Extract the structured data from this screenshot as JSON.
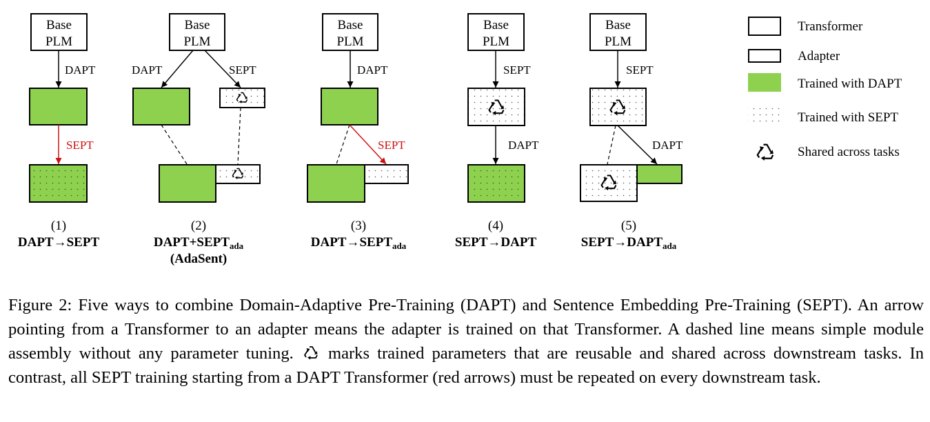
{
  "base_plm": [
    "Base",
    "PLM"
  ],
  "arrow_labels": {
    "dapt": "DAPT",
    "sept": "SEPT"
  },
  "panels": [
    {
      "number": "(1)",
      "title": "DAPT→SEPT",
      "sub": "",
      "line2": ""
    },
    {
      "number": "(2)",
      "title": "DAPT+SEPT",
      "sub": "ada",
      "line2": "(AdaSent)"
    },
    {
      "number": "(3)",
      "title": "DAPT→SEPT",
      "sub": "ada",
      "line2": ""
    },
    {
      "number": "(4)",
      "title": "SEPT→DAPT",
      "sub": "",
      "line2": ""
    },
    {
      "number": "(5)",
      "title": "SEPT→DAPT",
      "sub": "ada",
      "line2": ""
    }
  ],
  "legend": [
    {
      "label": "Transformer",
      "icon": "transformer-box"
    },
    {
      "label": "Adapter",
      "icon": "adapter-box"
    },
    {
      "label": "Trained with DAPT",
      "icon": "green-fill"
    },
    {
      "label": "Trained with SEPT",
      "icon": "dotted-fill"
    },
    {
      "label": "Shared across tasks",
      "icon": "recycle-icon"
    }
  ],
  "colors": {
    "dapt_green": "#8ed14f",
    "sept_red": "#cc1111"
  },
  "caption": {
    "part1": "Figure 2: Five ways to combine Domain-Adaptive Pre-Training (DAPT) and Sentence Embedding Pre-Training (SEPT). An arrow pointing from a Transformer to an adapter means the adapter is trained on that Transformer. A dashed line means simple module assembly without any parameter tuning.",
    "part2": "marks trained parameters that are reusable and shared across downstream tasks. In contrast, all SEPT training starting from a DAPT Transformer (red arrows) must be repeated on every downstream task."
  }
}
